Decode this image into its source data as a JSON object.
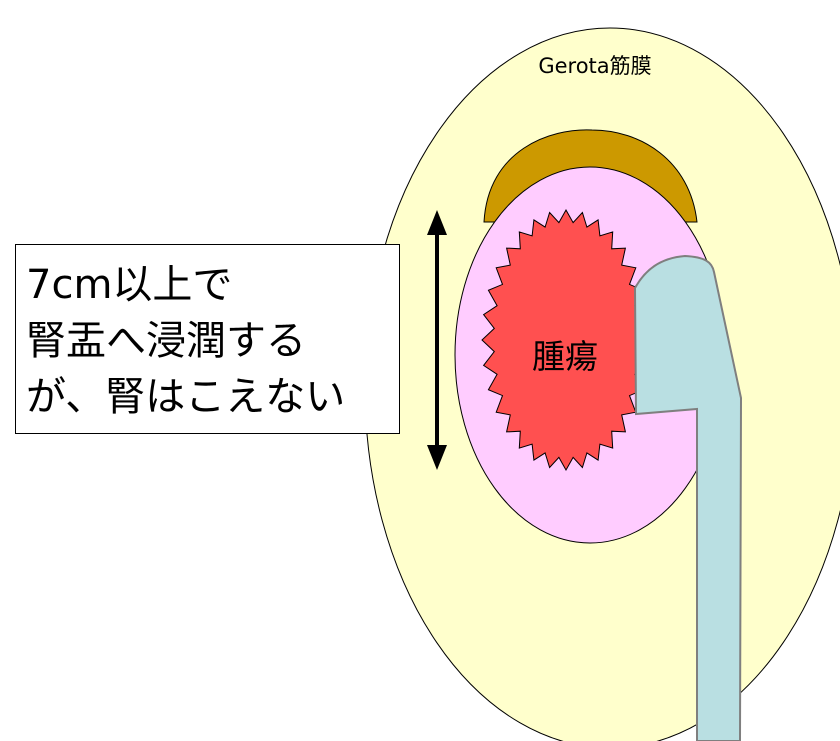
{
  "labels": {
    "fascia": "Gerota筋膜",
    "tumor": "腫瘍"
  },
  "note": {
    "lines": [
      "7cm以上で",
      "腎盂へ浸潤する",
      "が、腎はこえない"
    ]
  },
  "colors": {
    "fascia_fill": "#ffffcc",
    "kidney_fill": "#ffccff",
    "tumor_fill": "#ff5050",
    "adrenal_fill": "#cc9900",
    "pelvis_ureter_fill": "#b9dfe2",
    "outline": "#000000",
    "pelvis_outline": "#7f7f7f"
  }
}
